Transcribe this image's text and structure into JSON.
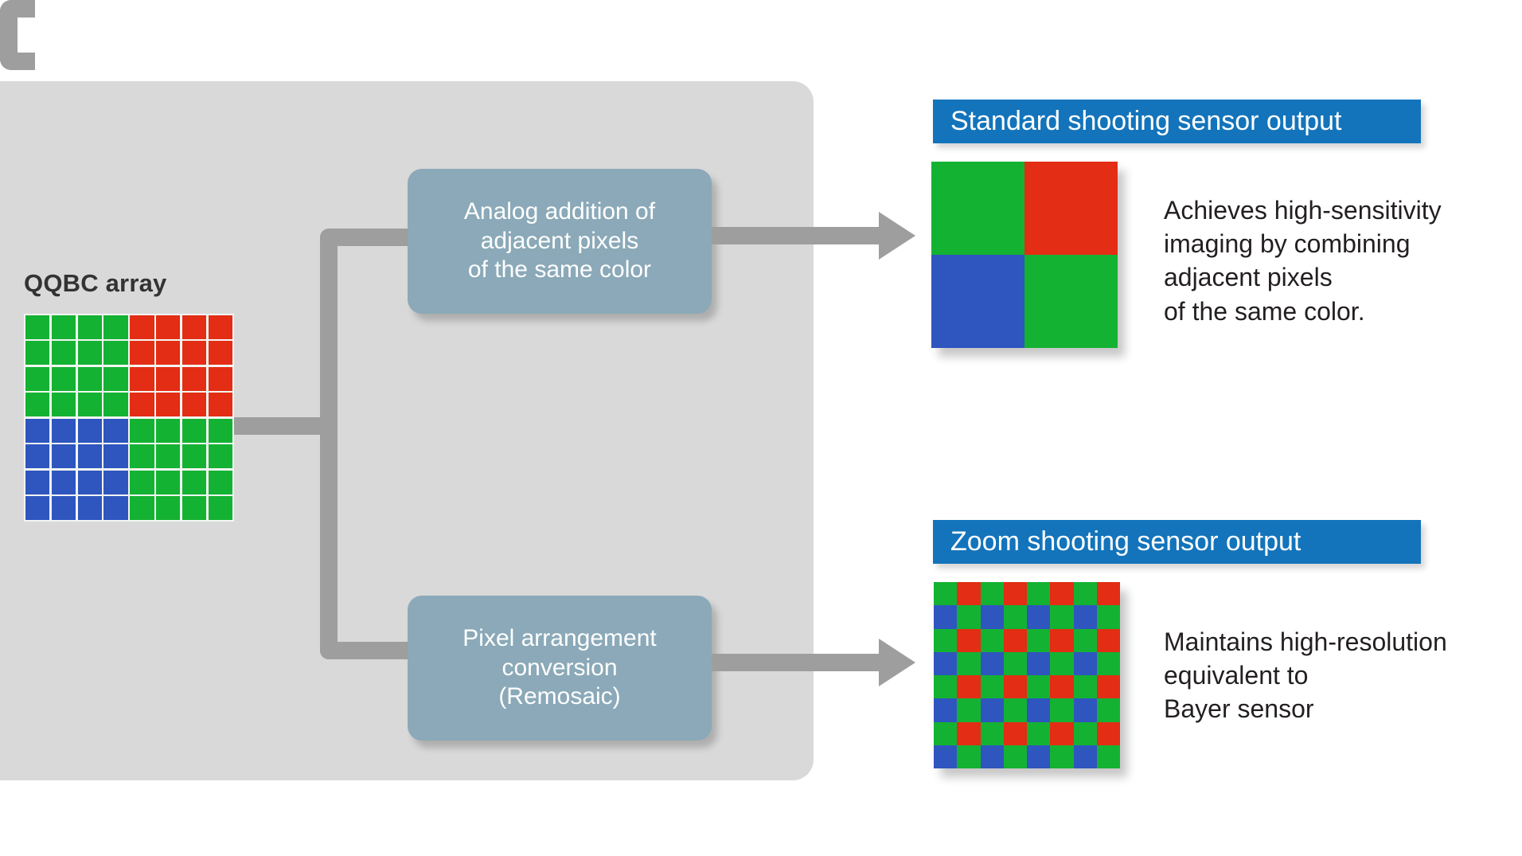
{
  "diagram": {
    "title_hidden": "",
    "panel": {
      "name": "process-panel"
    },
    "source": {
      "label": "QQBC array",
      "array": {
        "rows": 8,
        "cols": 8,
        "quadrants": [
          [
            "green",
            "red"
          ],
          [
            "blue",
            "green"
          ]
        ],
        "cells": [
          [
            "green",
            "green",
            "green",
            "green",
            "red",
            "red",
            "red",
            "red"
          ],
          [
            "green",
            "green",
            "green",
            "green",
            "red",
            "red",
            "red",
            "red"
          ],
          [
            "green",
            "green",
            "green",
            "green",
            "red",
            "red",
            "red",
            "red"
          ],
          [
            "green",
            "green",
            "green",
            "green",
            "red",
            "red",
            "red",
            "red"
          ],
          [
            "blue",
            "blue",
            "blue",
            "blue",
            "green",
            "green",
            "green",
            "green"
          ],
          [
            "blue",
            "blue",
            "blue",
            "blue",
            "green",
            "green",
            "green",
            "green"
          ],
          [
            "blue",
            "blue",
            "blue",
            "blue",
            "green",
            "green",
            "green",
            "green"
          ],
          [
            "blue",
            "blue",
            "blue",
            "blue",
            "green",
            "green",
            "green",
            "green"
          ]
        ]
      }
    },
    "process_boxes": [
      {
        "id": "analog-addition",
        "label": "Analog addition of\nadjacent pixels\nof the same color"
      },
      {
        "id": "remosaic",
        "label": "Pixel arrangement\nconversion\n(Remosaic)"
      }
    ],
    "outputs": [
      {
        "id": "standard-shooting",
        "bar_label": "Standard shooting sensor output",
        "description": "Achieves high-sensitivity\nimaging by combining\nadjacent pixels\nof the same color.",
        "mosaic_type": "quad-2x2",
        "cells": [
          [
            "green",
            "red"
          ],
          [
            "blue",
            "green"
          ]
        ]
      },
      {
        "id": "zoom-shooting",
        "bar_label": "Zoom shooting sensor output",
        "description": "Maintains high-resolution\nequivalent to\nBayer sensor",
        "mosaic_type": "bayer-8x8",
        "cells": [
          [
            "green",
            "red",
            "green",
            "red",
            "green",
            "red",
            "green",
            "red"
          ],
          [
            "blue",
            "green",
            "blue",
            "green",
            "blue",
            "green",
            "blue",
            "green"
          ],
          [
            "green",
            "red",
            "green",
            "red",
            "green",
            "red",
            "green",
            "red"
          ],
          [
            "blue",
            "green",
            "blue",
            "green",
            "blue",
            "green",
            "blue",
            "green"
          ],
          [
            "green",
            "red",
            "green",
            "red",
            "green",
            "red",
            "green",
            "red"
          ],
          [
            "blue",
            "green",
            "blue",
            "green",
            "blue",
            "green",
            "blue",
            "green"
          ],
          [
            "green",
            "red",
            "green",
            "red",
            "green",
            "red",
            "green",
            "red"
          ],
          [
            "blue",
            "green",
            "blue",
            "green",
            "blue",
            "green",
            "blue",
            "green"
          ]
        ]
      }
    ]
  },
  "colors": {
    "green": "#14b232",
    "red": "#e32d14",
    "blue": "#2f55bf",
    "panel_gray": "#d9d9d9",
    "connector_gray": "#9e9e9e",
    "process_box": "#8ba9b8",
    "bar_blue": "#1374bb",
    "text_dark": "#231f20",
    "label_dark": "#333333",
    "white": "#ffffff"
  }
}
